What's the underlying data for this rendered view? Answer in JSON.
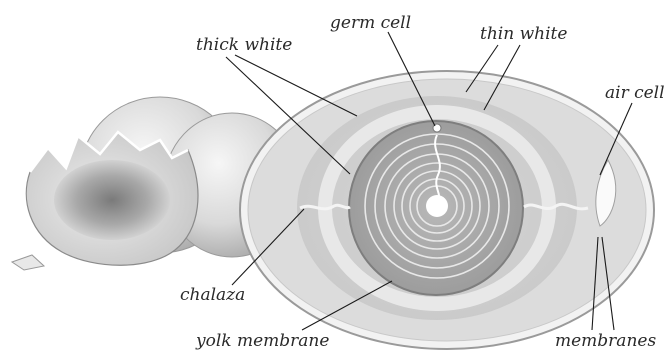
{
  "labels": {
    "germ_cell": "germ cell",
    "thick_white": "thick white",
    "thin_white": "thin white",
    "air_cell": "air cell",
    "chalaza": "chalaza",
    "yolk_membrane": "yolk membrane",
    "membranes": "membranes"
  }
}
